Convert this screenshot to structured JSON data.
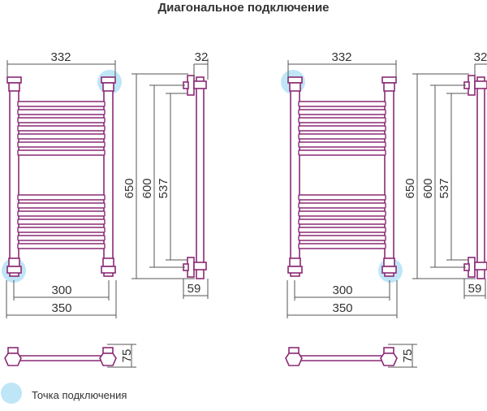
{
  "title": "Диагональное подключение",
  "colors": {
    "pipe": "#8a2a75",
    "pipe_fill": "#ffffff",
    "dimension": "#555555",
    "connection_point": "#bfe6f7"
  },
  "dimensions": {
    "width_total": "332",
    "depth_top": "32",
    "height_total": "650",
    "height_mid": "600",
    "height_axis": "537",
    "axis_distance": "300",
    "width_bottom": "350",
    "depth_bottom": "59",
    "wall_distance": "75"
  },
  "legend": {
    "label": "Точка подключения",
    "icon": "connection-point-icon"
  }
}
